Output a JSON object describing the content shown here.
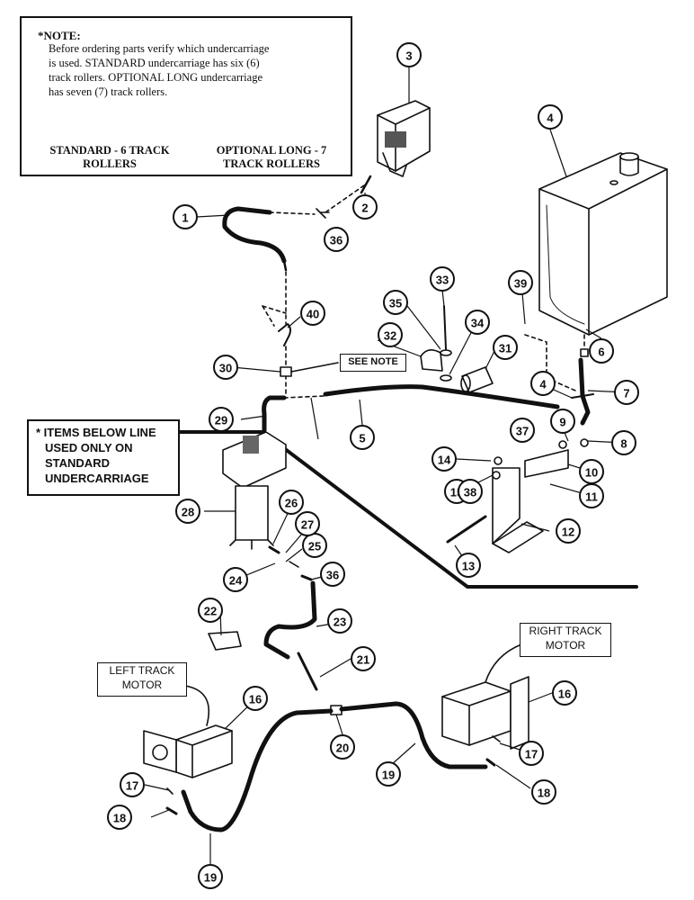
{
  "note": {
    "title": "*NOTE:",
    "lines": [
      "Before ordering parts verify which undercarriage",
      "is used. STANDARD undercarriage has six (6)",
      "track rollers. OPTIONAL LONG undercarriage",
      "has seven (7) track rollers."
    ],
    "standard_caption": [
      "STANDARD - 6 TRACK",
      "ROLLERS"
    ],
    "optional_caption": [
      "OPTIONAL LONG - 7",
      "TRACK ROLLERS"
    ]
  },
  "items_note": [
    "* ITEMS BELOW LINE",
    "USED ONLY ON",
    "STANDARD",
    "UNDERCARRIAGE"
  ],
  "see_note": "SEE NOTE",
  "left_motor_label": [
    "LEFT TRACK",
    "MOTOR"
  ],
  "right_motor_label": [
    "RIGHT TRACK",
    "MOTOR"
  ],
  "callouts": [
    {
      "n": "1"
    },
    {
      "n": "2"
    },
    {
      "n": "3"
    },
    {
      "n": "4"
    },
    {
      "n": "4"
    },
    {
      "n": "5"
    },
    {
      "n": "6"
    },
    {
      "n": "7"
    },
    {
      "n": "8"
    },
    {
      "n": "9"
    },
    {
      "n": "10"
    },
    {
      "n": "11"
    },
    {
      "n": "12"
    },
    {
      "n": "13"
    },
    {
      "n": "14"
    },
    {
      "n": "15"
    },
    {
      "n": "16"
    },
    {
      "n": "16"
    },
    {
      "n": "17"
    },
    {
      "n": "17"
    },
    {
      "n": "18"
    },
    {
      "n": "18"
    },
    {
      "n": "19"
    },
    {
      "n": "19"
    },
    {
      "n": "20"
    },
    {
      "n": "21"
    },
    {
      "n": "22"
    },
    {
      "n": "23"
    },
    {
      "n": "24"
    },
    {
      "n": "25"
    },
    {
      "n": "26"
    },
    {
      "n": "27"
    },
    {
      "n": "28"
    },
    {
      "n": "29"
    },
    {
      "n": "30"
    },
    {
      "n": "31"
    },
    {
      "n": "32"
    },
    {
      "n": "33"
    },
    {
      "n": "34"
    },
    {
      "n": "35"
    },
    {
      "n": "36"
    },
    {
      "n": "36"
    },
    {
      "n": "37"
    },
    {
      "n": "38"
    },
    {
      "n": "39"
    },
    {
      "n": "40"
    }
  ]
}
